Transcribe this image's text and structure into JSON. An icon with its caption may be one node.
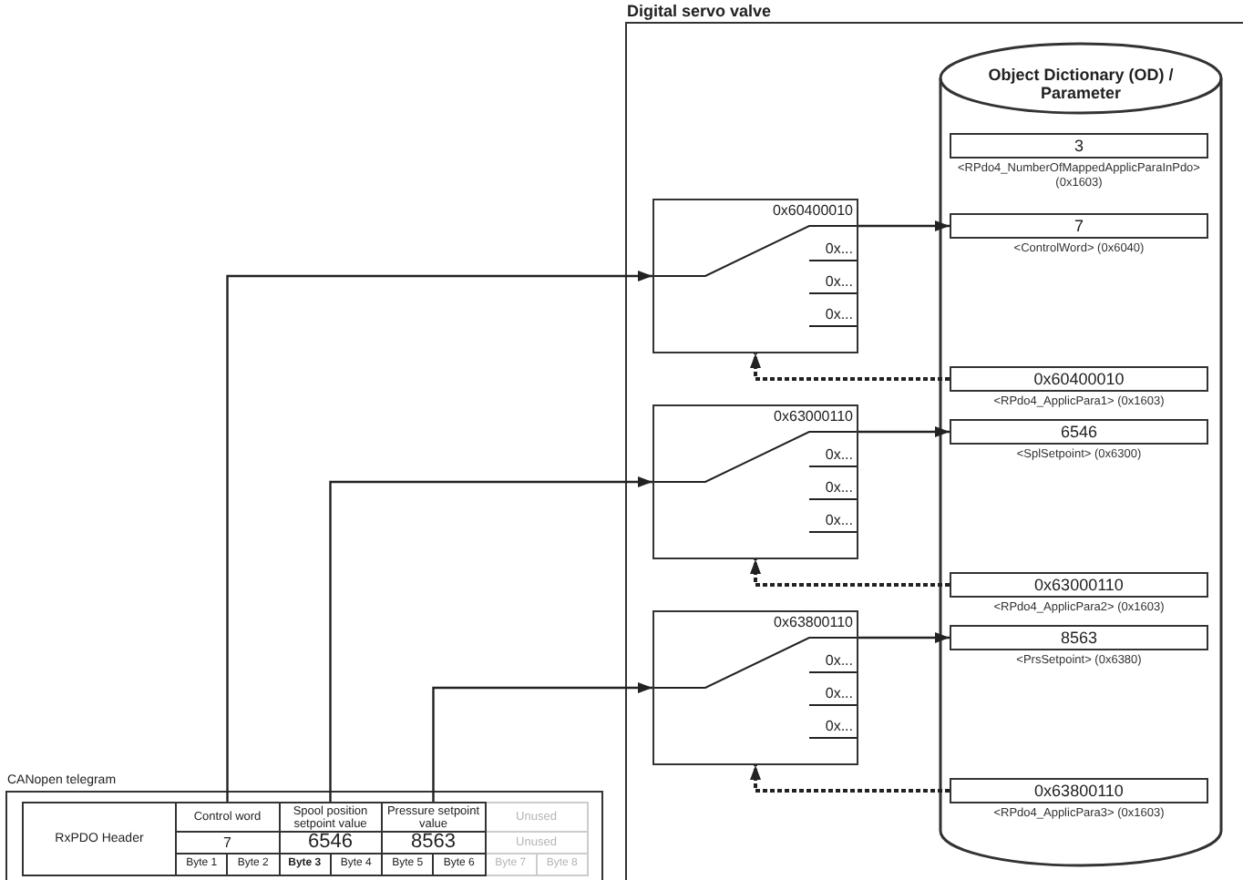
{
  "diagram": {
    "nodes": [
      {
        "text": [
          "Digital servo valve"
        ]
      },
      {
        "text": [
          "Object Dictionary (OD) / Parameter"
        ],
        "in": 0
      },
      {
        "text": [
          "3"
        ],
        "beside": [
          "<RPdo4_NumberOfMappedApplicParaInPdo> (0x1603)"
        ],
        "in": 1
      },
      {
        "text": [
          "7"
        ],
        "beside": [
          "<ControlWord> (0x6040)"
        ],
        "in": 1
      },
      {
        "text": [
          "0x60400010"
        ],
        "beside": [
          "<RPdo4_ApplicPara1> (0x1603)"
        ],
        "in": 1
      },
      {
        "text": [
          "6546"
        ],
        "beside": [
          "<SplSetpoint> (0x6300)"
        ],
        "in": 1
      },
      {
        "text": [
          "0x63000110"
        ],
        "beside": [
          "<RPdo4_ApplicPara2> (0x1603)"
        ],
        "in": 1
      },
      {
        "text": [
          "8563"
        ],
        "beside": [
          "<PrsSetpoint> (0x6380)"
        ],
        "in": 1
      },
      {
        "text": [
          "0x63800110"
        ],
        "beside": [
          "<RPdo4_ApplicPara3> (0x1603)"
        ],
        "in": 1
      },
      {
        "text": [
          "0x60400010",
          "0x...",
          "0x...",
          "0x..."
        ],
        "in": 0
      },
      {
        "text": [
          "0x63000110",
          "0x...",
          "0x...",
          "0x..."
        ],
        "in": 0
      },
      {
        "text": [
          "0x63800110",
          "0x...",
          "0x...",
          "0x..."
        ],
        "in": 0
      },
      {
        "text": [
          "CANopen telegram"
        ]
      },
      {
        "text": [
          "RxPDO Header"
        ],
        "in": 12
      },
      {
        "text": [
          "Control word"
        ],
        "in": 12
      },
      {
        "text": [
          "Spool position setpoint value"
        ],
        "in": 12
      },
      {
        "text": [
          "Pressure setpoint value"
        ],
        "in": 12
      },
      {
        "text": [
          "Unused"
        ],
        "in": 12
      },
      {
        "text": [
          "7"
        ],
        "in": 12
      },
      {
        "text": [
          "6546"
        ],
        "in": 12
      },
      {
        "text": [
          "8563"
        ],
        "in": 12
      },
      {
        "text": [
          "Unused"
        ],
        "in": 12
      },
      {
        "text": [
          "Byte 1"
        ],
        "in": 12
      },
      {
        "text": [
          "Byte 2"
        ],
        "in": 12
      },
      {
        "text": [
          "Byte 3"
        ],
        "in": 12
      },
      {
        "text": [
          "Byte 4"
        ],
        "in": 12
      },
      {
        "text": [
          "Byte 5"
        ],
        "in": 12
      },
      {
        "text": [
          "Byte 6"
        ],
        "in": 12
      },
      {
        "text": [
          "Byte 7"
        ],
        "in": 12
      },
      {
        "text": [
          "Byte 8"
        ],
        "in": 12
      }
    ],
    "edges": [
      {
        "from": 14,
        "to": 9,
        "arrow": "to"
      },
      {
        "from": 9,
        "to": 3,
        "arrow": "to"
      },
      {
        "from": 4,
        "to": 9,
        "arrow": "to",
        "style": "dashed"
      },
      {
        "from": 15,
        "to": 10,
        "arrow": "to"
      },
      {
        "from": 10,
        "to": 5,
        "arrow": "to"
      },
      {
        "from": 6,
        "to": 10,
        "arrow": "to",
        "style": "dashed"
      },
      {
        "from": 16,
        "to": 11,
        "arrow": "to"
      },
      {
        "from": 11,
        "to": 7,
        "arrow": "to"
      },
      {
        "from": 8,
        "to": 11,
        "arrow": "to",
        "style": "dashed"
      }
    ]
  }
}
